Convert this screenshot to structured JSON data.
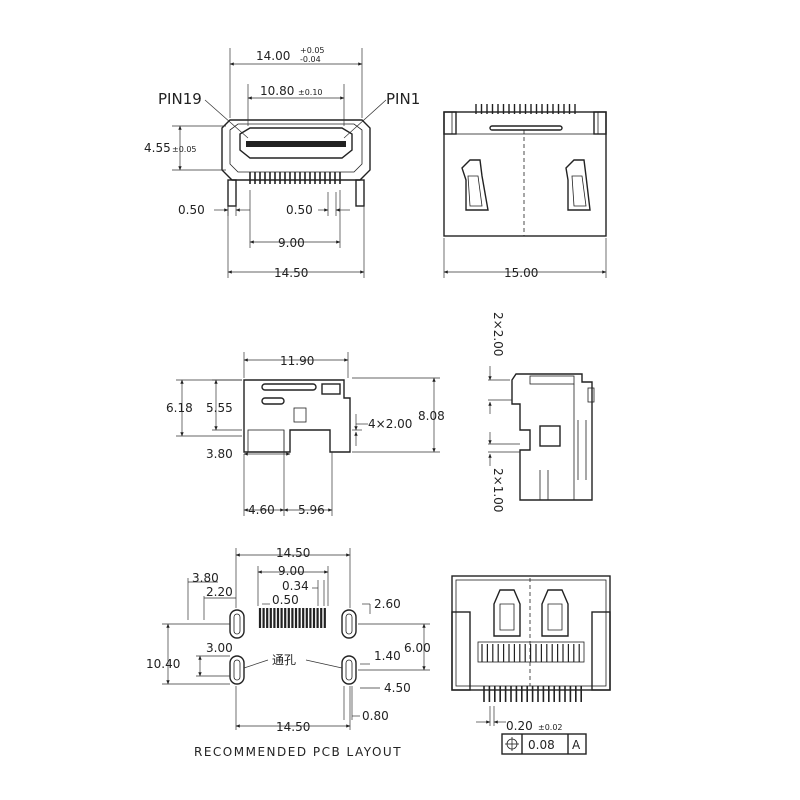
{
  "front_view": {
    "dim_total_width": "14.00",
    "dim_total_width_tol_plus": "+0.05",
    "dim_total_width_tol_minus": "-0.04",
    "pin_left": "PIN19",
    "pin_right": "PIN1",
    "dim_inner_width": "10.80",
    "dim_inner_width_tol": "±0.10",
    "dim_height": "4.55",
    "dim_height_tol": "±0.05",
    "dim_left_pitch": "0.50",
    "dim_right_pitch": "0.50",
    "dim_pin_span": "9.00",
    "dim_base_width": "14.50"
  },
  "top_view": {
    "dim_width": "15.00"
  },
  "side_view": {
    "dim_width": "11.90",
    "dim_h1": "6.18",
    "dim_h2": "5.55",
    "dim_h3": "8.08",
    "dim_pitch": "4×2.00",
    "dim_offset": "3.80",
    "dim_b1": "4.60",
    "dim_b2": "5.96"
  },
  "end_view": {
    "dim_top": "2×2.00",
    "dim_bottom": "2×1.00"
  },
  "pcb_layout": {
    "dim_total_width": "14.50",
    "dim_pad_span": "9.00",
    "dim_pad_width": "0.34",
    "dim_pad_pitch": "0.50",
    "dim_a": "3.80",
    "dim_b": "2.20",
    "dim_c": "2.60",
    "dim_d": "6.00",
    "dim_e": "3.00",
    "dim_f": "1.40",
    "dim_g": "4.50",
    "dim_height": "10.40",
    "dim_bottom_width": "14.50",
    "dim_h": "0.80",
    "hole_label": "通孔",
    "caption": "RECOMMENDED PCB LAYOUT"
  },
  "bottom_view": {
    "dim_lead": "0.20",
    "dim_lead_tol": "±0.02",
    "tolerance_value": "0.08",
    "datum": "A",
    "position_symbol": "position-symbol"
  }
}
